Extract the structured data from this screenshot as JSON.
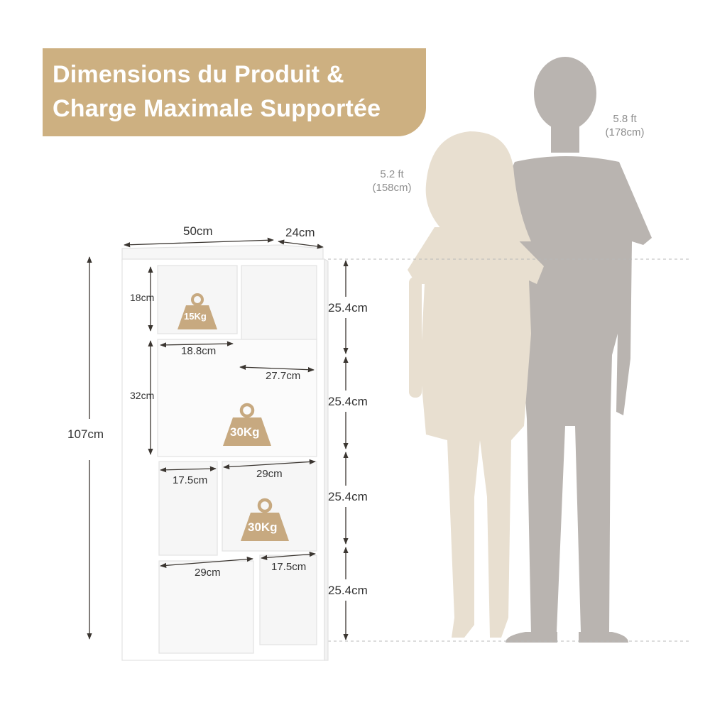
{
  "banner": {
    "line1": "Dimensions du Produit &",
    "line2": "Charge Maximale Supportée"
  },
  "dimensions": {
    "width": "50cm",
    "depth": "24cm",
    "height": "107cm",
    "top_left_h": "18cm",
    "top_left_w": "18.8cm",
    "top_right_w": "27.7cm",
    "mid_h": "32cm",
    "row3_left_w": "17.5cm",
    "row3_right_w": "29cm",
    "row4_left_w": "29cm",
    "row4_right_w": "17.5cm",
    "section_heights": [
      "25.4cm",
      "25.4cm",
      "25.4cm",
      "25.4cm"
    ]
  },
  "weights": {
    "top": "15Kg",
    "middle": "30Kg",
    "lower": "30Kg"
  },
  "people": {
    "woman": {
      "ft": "5.2 ft",
      "cm": "(158cm)"
    },
    "man": {
      "ft": "5.8 ft",
      "cm": "(178cm)"
    }
  },
  "colors": {
    "banner": "#cdb081",
    "weight_icon": "#c7a980",
    "woman": "#e8dfd0",
    "man": "#b9b4b0",
    "dim_line": "#3b3631"
  }
}
